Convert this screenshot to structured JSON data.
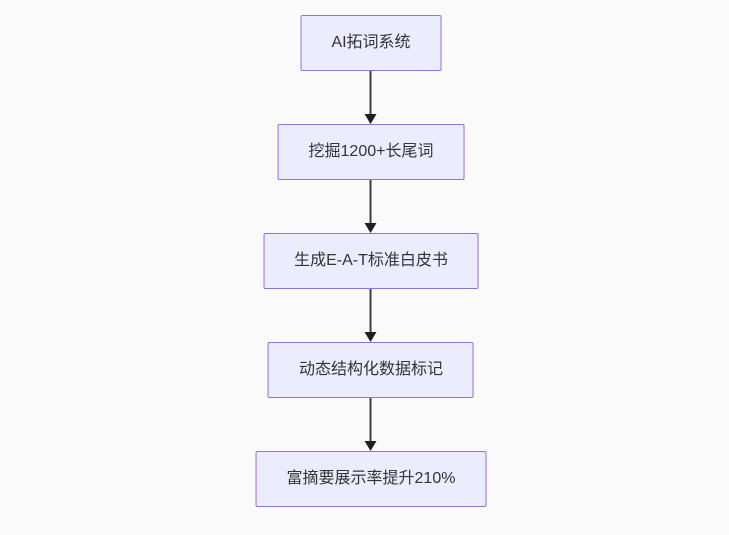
{
  "canvas": {
    "background_color": "#fafafa"
  },
  "flowchart": {
    "type": "flowchart",
    "direction": "top-down",
    "node_fill_color": "#ECECFF",
    "node_border_color": "#9370DB",
    "node_text_color": "#333333",
    "arrow_color": "#333333",
    "nodes": [
      {
        "id": "n1",
        "label": "AI拓词系统"
      },
      {
        "id": "n2",
        "label": "挖掘1200+长尾词"
      },
      {
        "id": "n3",
        "label": "生成E-A-T标准白皮书"
      },
      {
        "id": "n4",
        "label": "动态结构化数据标记"
      },
      {
        "id": "n5",
        "label": "富摘要展示率提升210%"
      }
    ],
    "edges": [
      {
        "from": "n1",
        "to": "n2"
      },
      {
        "from": "n2",
        "to": "n3"
      },
      {
        "from": "n3",
        "to": "n4"
      },
      {
        "from": "n4",
        "to": "n5"
      }
    ]
  }
}
